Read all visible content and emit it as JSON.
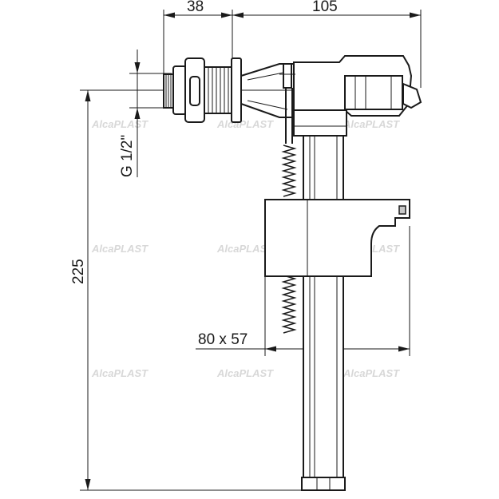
{
  "dimensions": {
    "top_left": "38",
    "top_right": "105",
    "thread": "G 1/2\"",
    "height": "225",
    "float_size": "80 x 57"
  },
  "watermark": {
    "text": "AlcaPLAST"
  },
  "colors": {
    "line": "#1a1a1a",
    "fill_gray": "#c8c8c8",
    "watermark": "#d8d8d8",
    "background": "#ffffff"
  }
}
